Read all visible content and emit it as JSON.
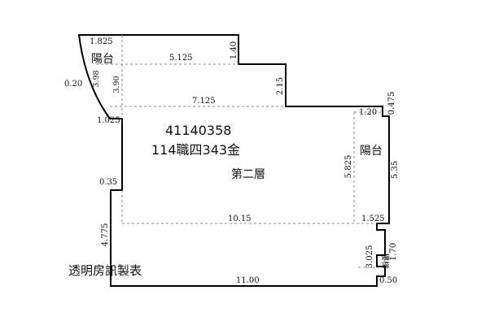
{
  "plan": {
    "case_number": "41140358",
    "case_reference": "114職四343金",
    "floor_label": "第二層",
    "footer_caption": "透明房訊製表",
    "balcony_left_label": "陽台",
    "balcony_right_label": "陽台",
    "stair_label": "樓梯"
  },
  "dimensions": {
    "d_1_825": "1.825",
    "d_5_125": "5.125",
    "d_1_40": "1.40",
    "d_0_20": "0.20",
    "d_3_98": "3.98",
    "d_3_90": "3.90",
    "d_2_15": "2.15",
    "d_7_125": "7.125",
    "d_1_20": "1.20",
    "d_0_475": "0.475",
    "d_1_025": "1.025",
    "d_5_825": "5.825",
    "d_5_35": "5.35",
    "d_0_35": "0.35",
    "d_10_15": "10.15",
    "d_1_525": "1.525",
    "d_4_775": "4.775",
    "d_3_025": "3.025",
    "d_1_70": "1.70",
    "d_11_00": "11.00",
    "d_0_50": "0.50"
  }
}
